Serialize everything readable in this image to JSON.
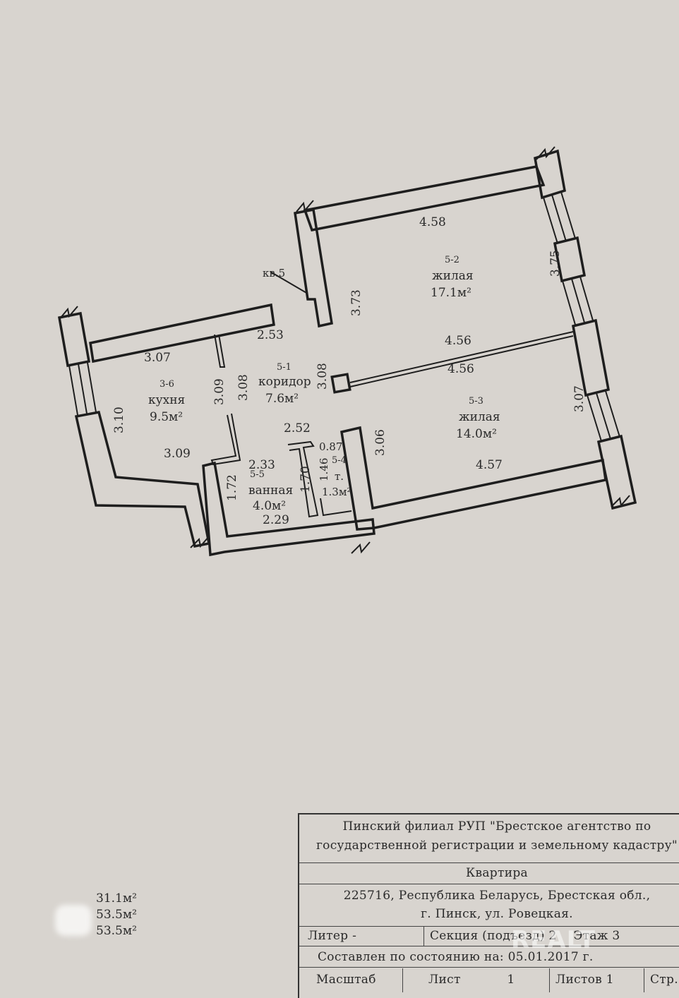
{
  "plan": {
    "apartment_label": "кв.5",
    "rooms": [
      {
        "id": "5-2",
        "name": "жилая",
        "area": "17.1м²"
      },
      {
        "id": "5-1",
        "name": "коридор",
        "area": "7.6м²"
      },
      {
        "id": "3-6",
        "name": "кухня",
        "area": "9.5м²"
      },
      {
        "id": "5-3",
        "name": "жилая",
        "area": "14.0м²"
      },
      {
        "id": "5-5",
        "name": "ванная",
        "area": "4.0м²"
      },
      {
        "id": "5-4",
        "name": "т.",
        "area": "1.3м²"
      }
    ],
    "dimensions": {
      "d458": "4.58",
      "d375": "3.75",
      "d373": "3.73",
      "d456a": "4.56",
      "d456b": "4.56",
      "d307a": "3.07",
      "d253": "2.53",
      "d308a": "3.08",
      "d309a": "3.09",
      "d308b": "3.08",
      "d310": "3.10",
      "d309b": "3.09",
      "d252": "2.52",
      "d087": "0.87",
      "d146": "1.46",
      "d306": "3.06",
      "d307b": "3.07",
      "d457": "4.57",
      "d233": "2.33",
      "d172": "1.72",
      "d170": "1.70",
      "d229": "2.29"
    }
  },
  "areas": [
    "31.1м²",
    "53.5м²",
    "53.5м²"
  ],
  "stamp": {
    "org_line1": "Пинский филиал РУП \"Брестское агентство по",
    "org_line2": "государственной регистрации и земельному кадастру\"",
    "object": "Квартира",
    "address_line1": "225716, Республика Беларусь, Брестская обл.,",
    "address_line2": "г. Пинск, ул. Ровецкая.",
    "liter": "Литер -",
    "section": "Секция (подъезд) 2",
    "floor": "Этаж 3",
    "compiled": "Составлен по состоянию на: 05.01.2017 г.",
    "scale_label": "Масштаб",
    "sheet_label": "Лист",
    "sheet_value": "1",
    "sheets_label": "Листов 1",
    "page_label": "Стр."
  },
  "watermark": "REALT"
}
